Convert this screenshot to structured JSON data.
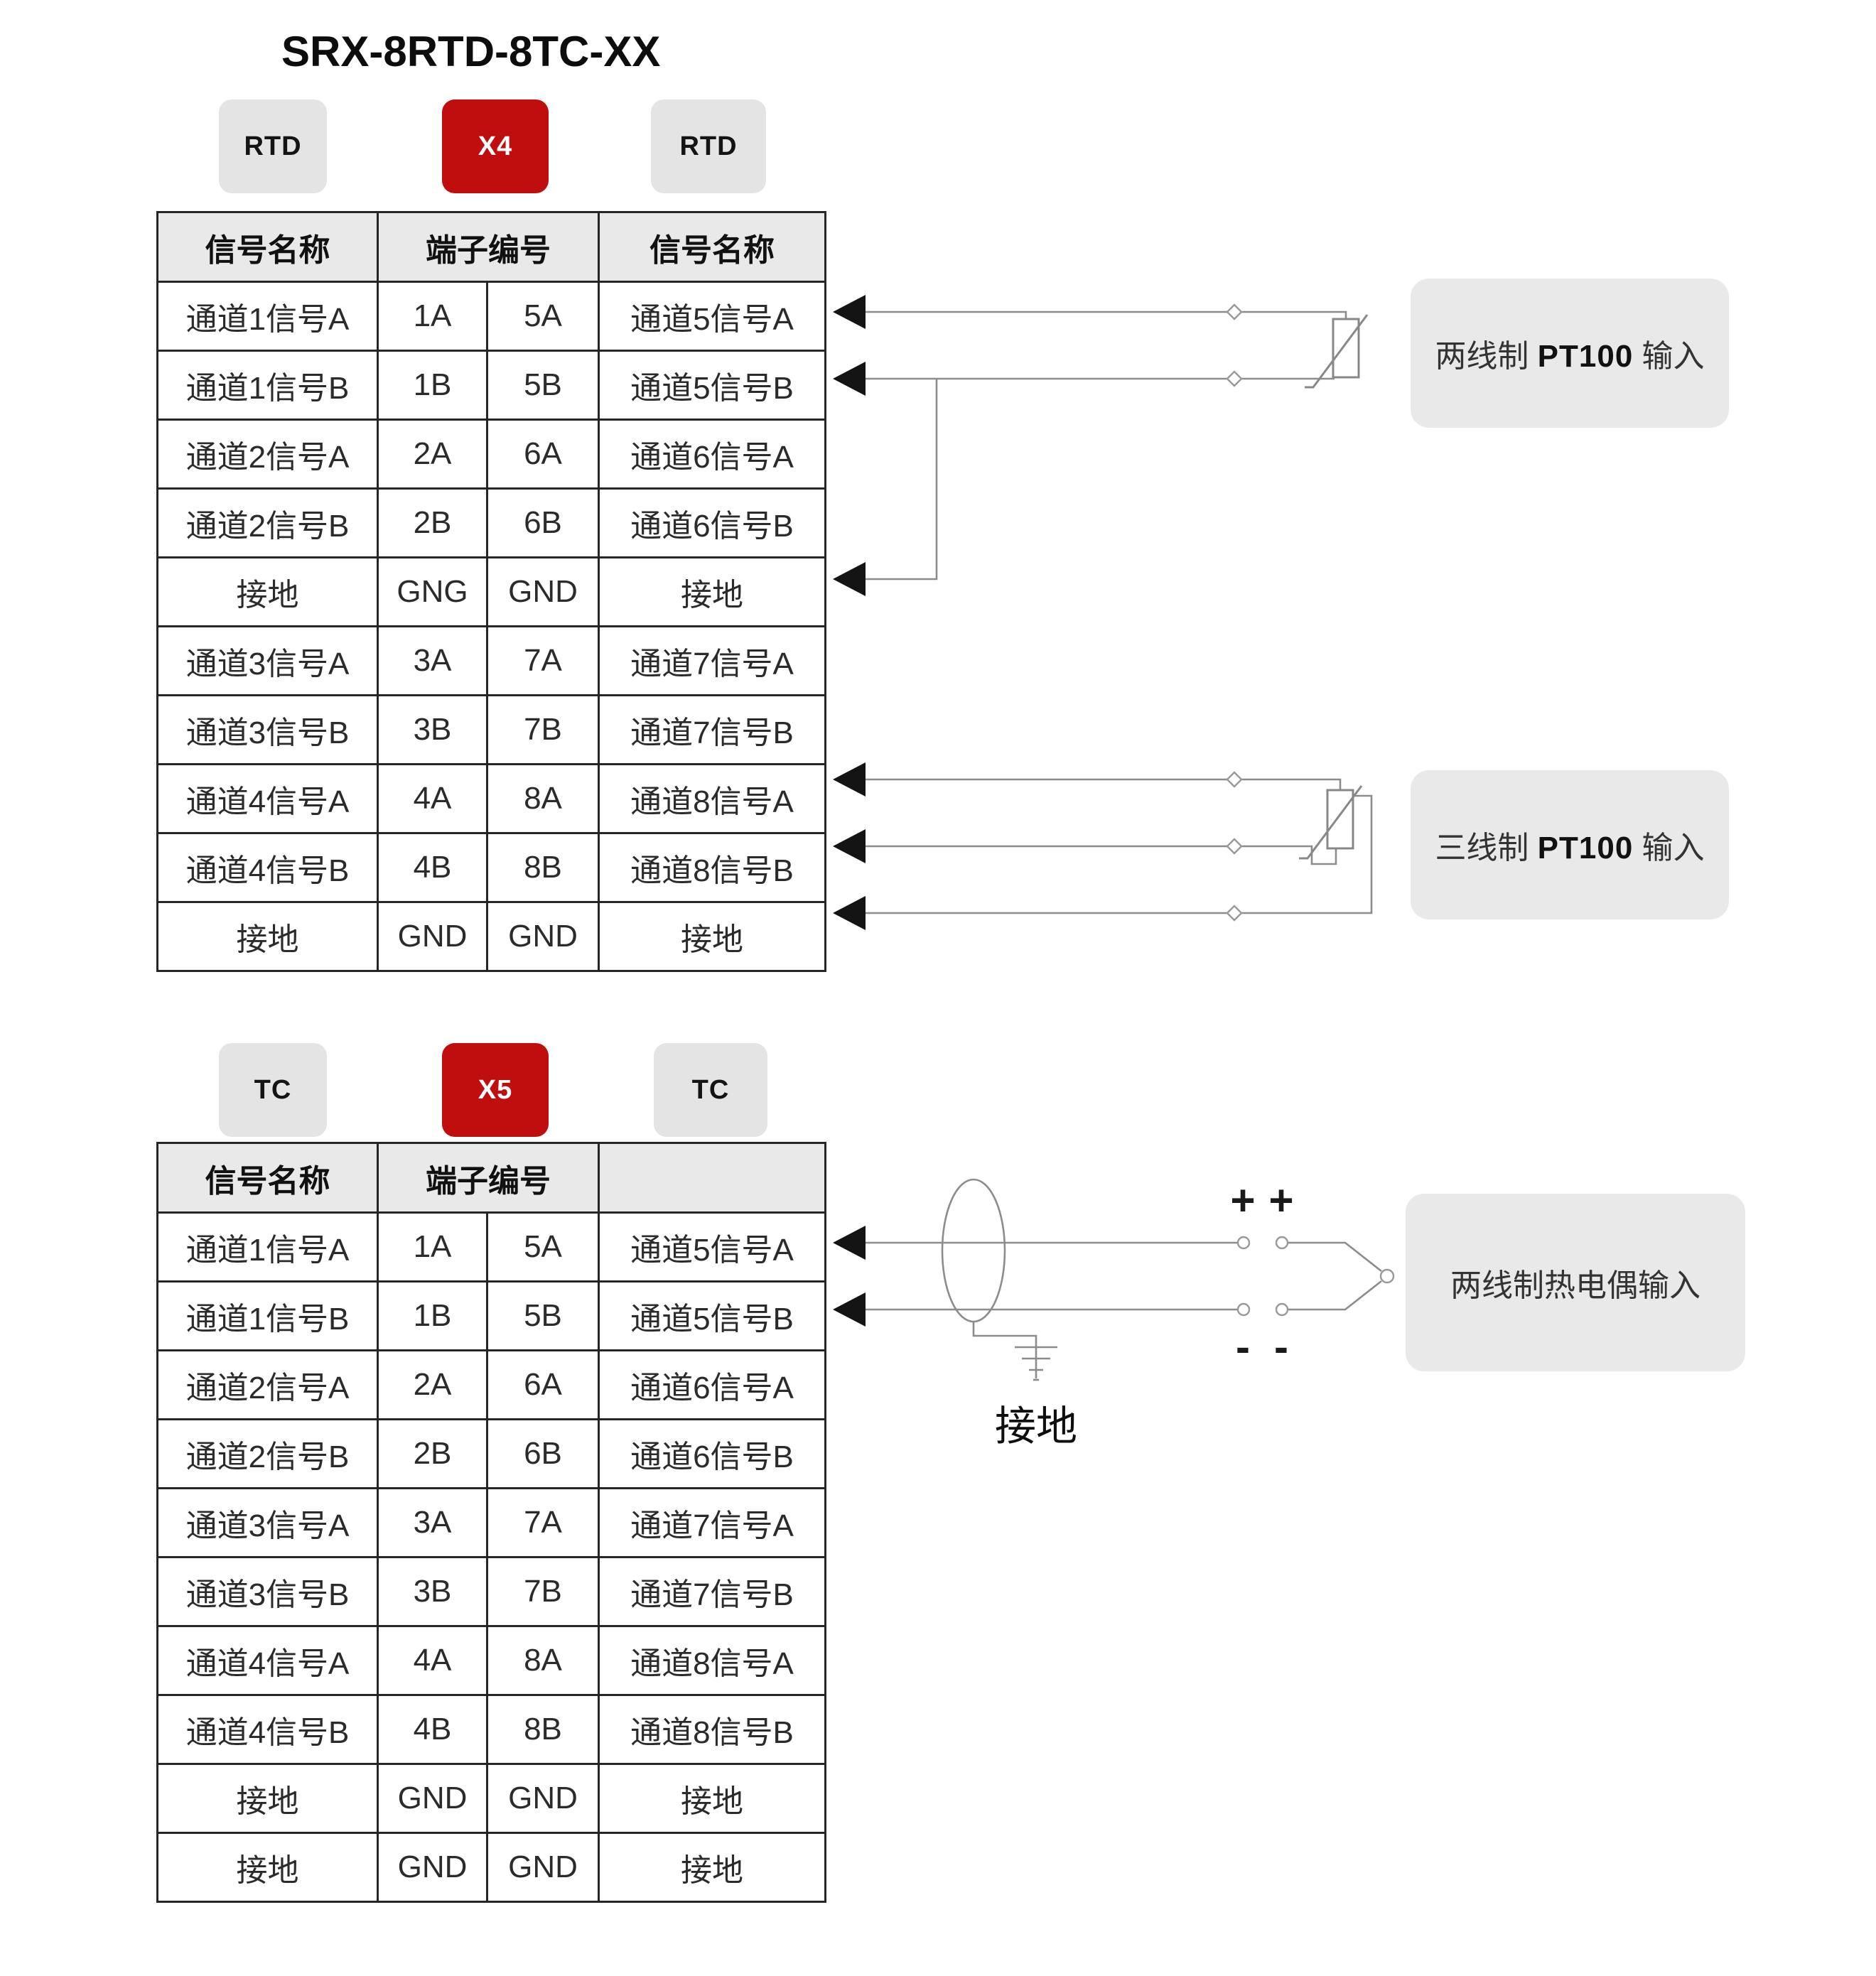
{
  "title": "SRX-8RTD-8TC-XX",
  "colors": {
    "badge_red": "#c00d0e",
    "badge_gray": "#e4e4e4",
    "annotation_bg": "#e9e9e9",
    "table_header_bg": "#e9e9e9",
    "wire_gray": "#8c8c8c",
    "arrow_black": "#141414"
  },
  "rtd": {
    "badges": [
      {
        "label": "RTD"
      },
      {
        "label": "X4"
      },
      {
        "label": "RTD"
      }
    ],
    "table": {
      "headers": [
        "信号名称",
        "端子编号",
        "信号名称"
      ],
      "rows": [
        [
          "通道1信号A",
          "1A",
          "5A",
          "通道5信号A"
        ],
        [
          "通道1信号B",
          "1B",
          "5B",
          "通道5信号B"
        ],
        [
          "通道2信号A",
          "2A",
          "6A",
          "通道6信号A"
        ],
        [
          "通道2信号B",
          "2B",
          "6B",
          "通道6信号B"
        ],
        [
          "接地",
          "GNG",
          "GND",
          "接地"
        ],
        [
          "通道3信号A",
          "3A",
          "7A",
          "通道7信号A"
        ],
        [
          "通道3信号B",
          "3B",
          "7B",
          "通道7信号B"
        ],
        [
          "通道4信号A",
          "4A",
          "8A",
          "通道8信号A"
        ],
        [
          "通道4信号B",
          "4B",
          "8B",
          "通道8信号B"
        ],
        [
          "接地",
          "GND",
          "GND",
          "接地"
        ]
      ]
    },
    "annotations": [
      {
        "prefix": "两线制 ",
        "bold": "PT100",
        "suffix": " 输入"
      },
      {
        "prefix": "三线制 ",
        "bold": "PT100",
        "suffix": " 输入"
      }
    ]
  },
  "tc": {
    "badges": [
      {
        "label": "TC"
      },
      {
        "label": "X5"
      },
      {
        "label": "TC"
      }
    ],
    "table": {
      "headers": [
        "信号名称",
        "端子编号",
        ""
      ],
      "rows": [
        [
          "通道1信号A",
          "1A",
          "5A",
          "通道5信号A"
        ],
        [
          "通道1信号B",
          "1B",
          "5B",
          "通道5信号B"
        ],
        [
          "通道2信号A",
          "2A",
          "6A",
          "通道6信号A"
        ],
        [
          "通道2信号B",
          "2B",
          "6B",
          "通道6信号B"
        ],
        [
          "通道3信号A",
          "3A",
          "7A",
          "通道7信号A"
        ],
        [
          "通道3信号B",
          "3B",
          "7B",
          "通道7信号B"
        ],
        [
          "通道4信号A",
          "4A",
          "8A",
          "通道8信号A"
        ],
        [
          "通道4信号B",
          "4B",
          "8B",
          "通道8信号B"
        ],
        [
          "接地",
          "GND",
          "GND",
          "接地"
        ],
        [
          "接地",
          "GND",
          "GND",
          "接地"
        ]
      ]
    },
    "annotation": "两线制热电偶输入",
    "plus": "+",
    "minus": "-",
    "ground_label": "接地"
  }
}
